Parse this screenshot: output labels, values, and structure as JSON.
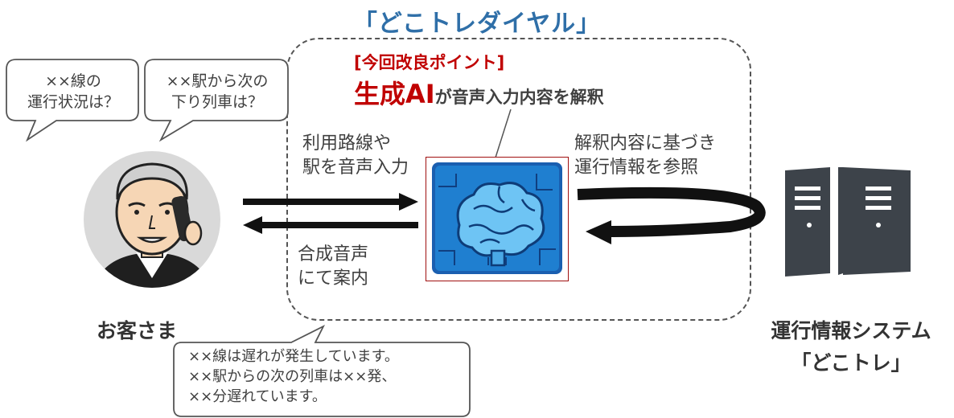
{
  "title": "「どこトレダイヤル」",
  "improvement": {
    "heading": "[今回改良ポイント]",
    "highlight": "生成AI",
    "rest": "が音声入力内容を解釈"
  },
  "bubbles": [
    {
      "line1": "××線の",
      "line2": "運行状況は？"
    },
    {
      "line1": "××駅から次の",
      "line2": "下り列車は？"
    }
  ],
  "labels": {
    "voice_input": [
      "利用路線や",
      "駅を音声入力"
    ],
    "synth_voice": [
      "合成音声",
      "にて案内"
    ],
    "lookup": [
      "解釈内容に基づき",
      "運行情報を参照"
    ]
  },
  "reply_lines": [
    "××線は遅れが発生しています。",
    "××駅からの次の列車は××発、",
    "××分遅れています。"
  ],
  "customer_label": "お客さま",
  "system_label": [
    "運行情報システム",
    "「どこトレ」"
  ],
  "colors": {
    "title": "#2f6fa8",
    "highlight": "#c00000",
    "text": "#404040",
    "server": "#3d434a",
    "brain": "#1f7fd0"
  },
  "icons": [
    "customer-phone-icon",
    "ai-brain-icon",
    "server-icon"
  ]
}
